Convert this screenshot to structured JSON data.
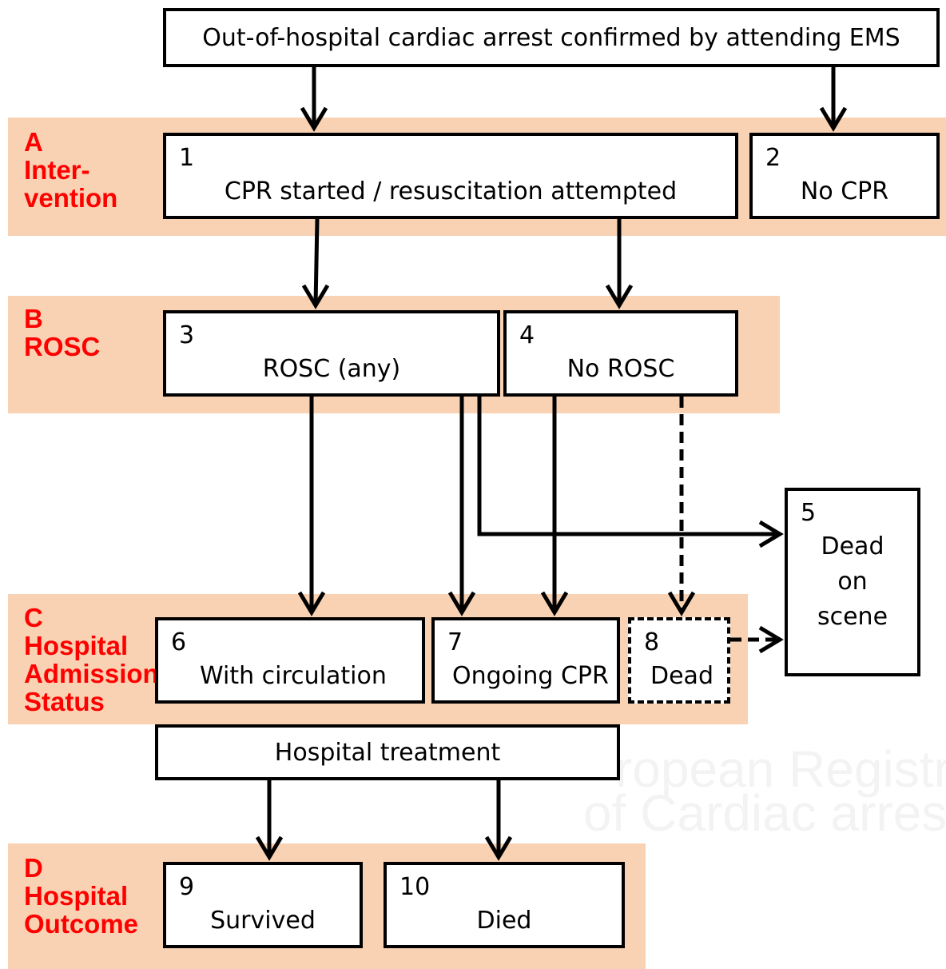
{
  "watermark": {
    "line1": "ropean Registry",
    "line2": "of Cardiac arrest"
  },
  "sections": {
    "A": {
      "letter": "A",
      "line1": "Inter-",
      "line2": "vention"
    },
    "B": {
      "letter": "B",
      "line1": "ROSC"
    },
    "C": {
      "letter": "C",
      "line1": "Hospital",
      "line2": "Admission",
      "line3": "Status"
    },
    "D": {
      "letter": "D",
      "line1": "Hospital",
      "line2": "Outcome"
    }
  },
  "top": {
    "label": "Out-of-hospital cardiac arrest confirmed by attending EMS"
  },
  "nodes": {
    "n1": {
      "num": "1",
      "label": "CPR started / resuscitation attempted"
    },
    "n2": {
      "num": "2",
      "label": "No CPR"
    },
    "n3": {
      "num": "3",
      "label": "ROSC (any)"
    },
    "n4": {
      "num": "4",
      "label": "No ROSC"
    },
    "n5": {
      "num": "5",
      "line1": "Dead",
      "line2": "on",
      "line3": "scene"
    },
    "n6": {
      "num": "6",
      "label": "With circulation"
    },
    "n7": {
      "num": "7",
      "label": "Ongoing CPR"
    },
    "n8": {
      "num": "8",
      "label": "Dead"
    },
    "n9": {
      "num": "9",
      "label": "Survived"
    },
    "n10": {
      "num": "10",
      "label": "Died"
    }
  },
  "treatment": {
    "label": "Hospital treatment"
  }
}
